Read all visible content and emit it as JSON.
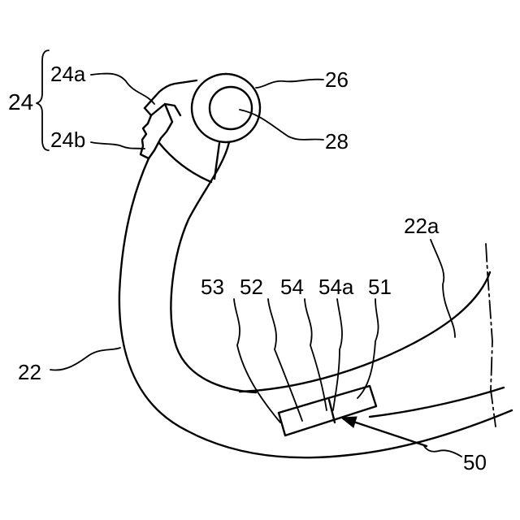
{
  "labels": {
    "ref_24": "24",
    "ref_24a": "24a",
    "ref_24b": "24b",
    "ref_26": "26",
    "ref_28": "28",
    "ref_22a": "22a",
    "ref_53": "53",
    "ref_52": "52",
    "ref_54": "54",
    "ref_54a": "54a",
    "ref_51": "51",
    "ref_22": "22",
    "ref_50": "50"
  }
}
